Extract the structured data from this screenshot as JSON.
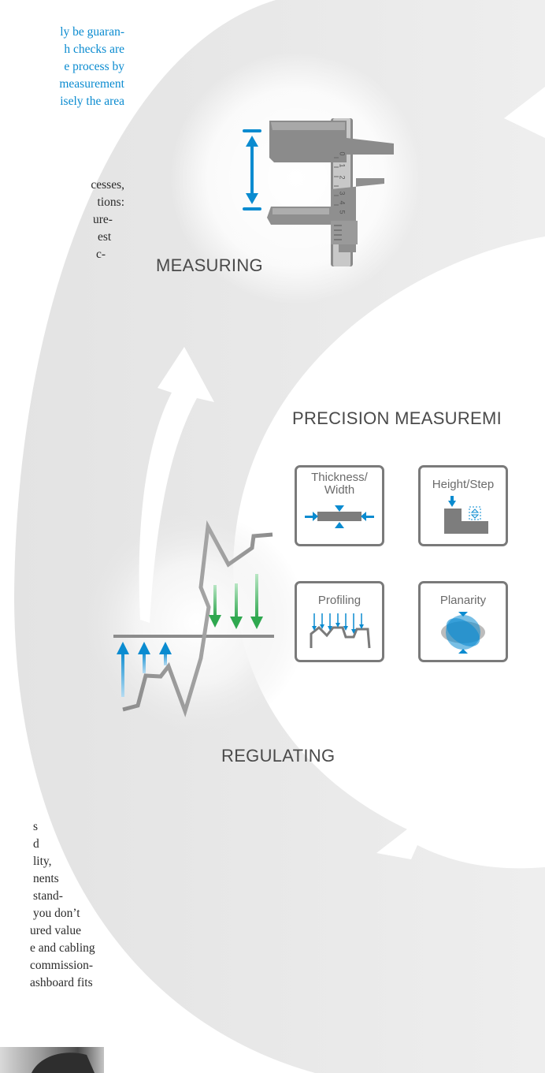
{
  "left_column": {
    "blue_lines": [
      "ly be guaran-",
      "h checks are",
      "e process by",
      "measurement",
      "isely the area"
    ],
    "grey_lines_top": [
      "cesses,",
      "tions:",
      "ure-",
      "est",
      "c-"
    ],
    "grey_lines_bottom": [
      "s",
      "d",
      "lity,",
      "nents",
      "stand-",
      "you don’t",
      "ured value",
      "e and cabling",
      "commission-",
      "ashboard fits"
    ]
  },
  "cycle": {
    "measuring_label": "MEASURING",
    "regulating_label": "REGULATING"
  },
  "caliper": {
    "scale_numbers": [
      "0",
      "1",
      "2",
      "3",
      "4",
      "5"
    ]
  },
  "precision": {
    "title": "PRECISION MEASUREMI",
    "tiles": [
      {
        "title": "Thickness/\nWidth"
      },
      {
        "title": "Height/Step"
      },
      {
        "title": "Profiling"
      },
      {
        "title": "Planarity"
      }
    ]
  },
  "colors": {
    "accent_blue": "#0a8bd0",
    "arrow_green": "#2fa84f",
    "ring_grey": "#ececec",
    "tile_border": "#7a7a7a"
  }
}
